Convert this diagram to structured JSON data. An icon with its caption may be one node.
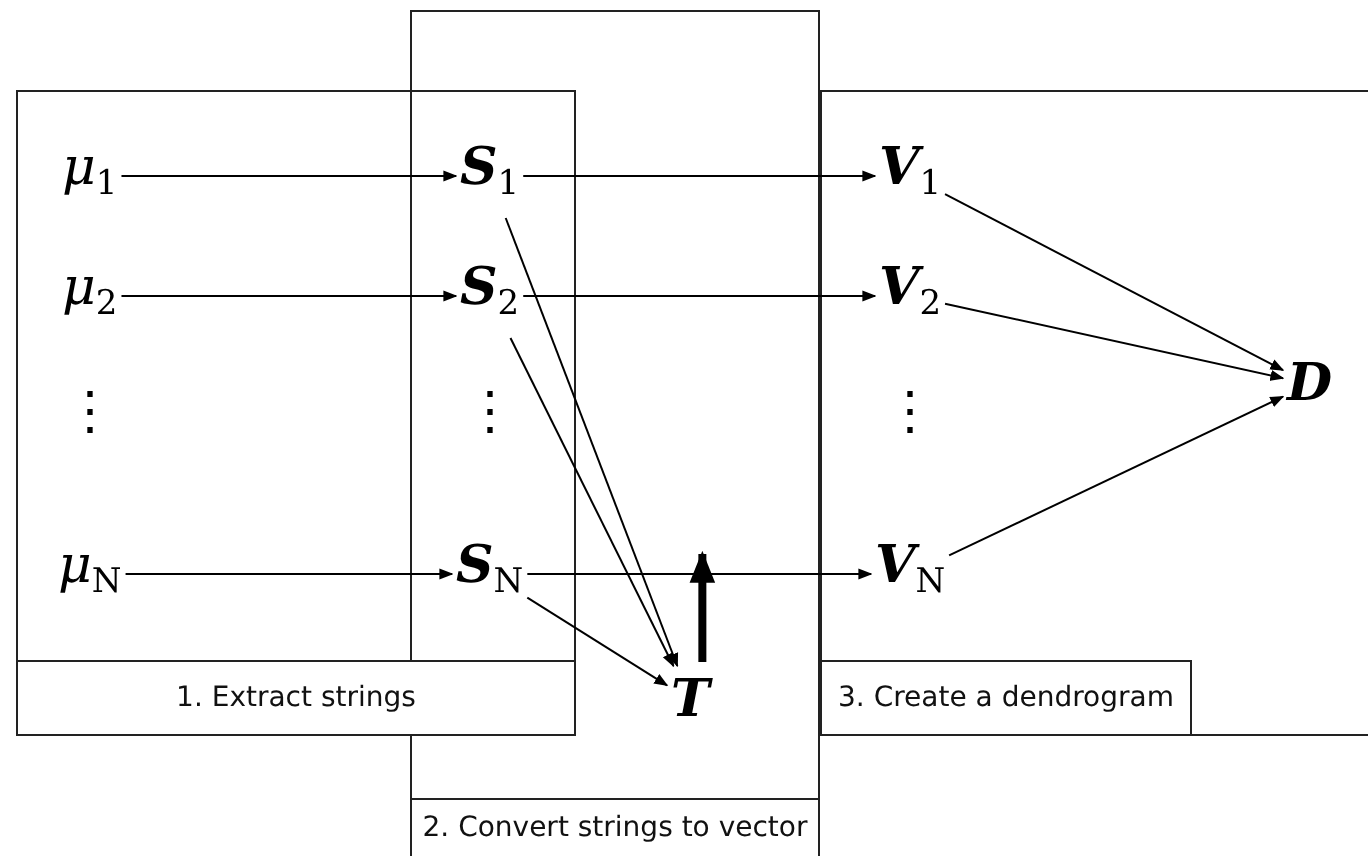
{
  "diagram": {
    "nodes": [
      {
        "text": [
          "1. Extract strings"
        ]
      },
      {
        "text": [
          "μ$_{1}$"
        ],
        "in": 0
      },
      {
        "text": [
          "μ$_{2}$"
        ],
        "in": 0
      },
      {
        "text": [
          "μ$_{N}$"
        ],
        "in": 0
      },
      {
        "text": [
          "2. Convert strings to vector"
        ]
      },
      {
        "text": [
          "S$_{1}$"
        ]
      },
      {
        "text": [
          "S$_{2}$"
        ]
      },
      {
        "text": [
          "S$_{N}$"
        ]
      },
      {
        "text": [
          "T"
        ],
        "in": 4
      },
      {
        "text": [
          "3. Create a dendrogram"
        ]
      },
      {
        "text": [
          "V$_{1}$"
        ],
        "in": 9
      },
      {
        "text": [
          "V$_{2}$"
        ],
        "in": 9
      },
      {
        "text": [
          "V$_{N}$"
        ],
        "in": 9
      },
      {
        "text": [
          "D"
        ],
        "in": 9
      }
    ],
    "edges": [
      {
        "from": 1,
        "to": 5,
        "arrow": "to"
      },
      {
        "from": 2,
        "to": 6,
        "arrow": "to"
      },
      {
        "from": 3,
        "to": 7,
        "arrow": "to"
      },
      {
        "from": 5,
        "to": 10,
        "arrow": "to"
      },
      {
        "from": 6,
        "to": 11,
        "arrow": "to"
      },
      {
        "from": 7,
        "to": 12,
        "arrow": "to"
      },
      {
        "from": 5,
        "to": 8,
        "arrow": "to"
      },
      {
        "from": 6,
        "to": 8,
        "arrow": "to"
      },
      {
        "from": 7,
        "to": 8,
        "arrow": "to"
      },
      {
        "from": 10,
        "to": 13,
        "arrow": "to"
      },
      {
        "from": 11,
        "to": 13,
        "arrow": "to"
      },
      {
        "from": 12,
        "to": 13,
        "arrow": "to"
      },
      {
        "from": 8,
        "to": null,
        "arrow": "to",
        "style": "thick"
      }
    ],
    "labels": [
      "⋮",
      "⋮",
      "⋮"
    ]
  }
}
